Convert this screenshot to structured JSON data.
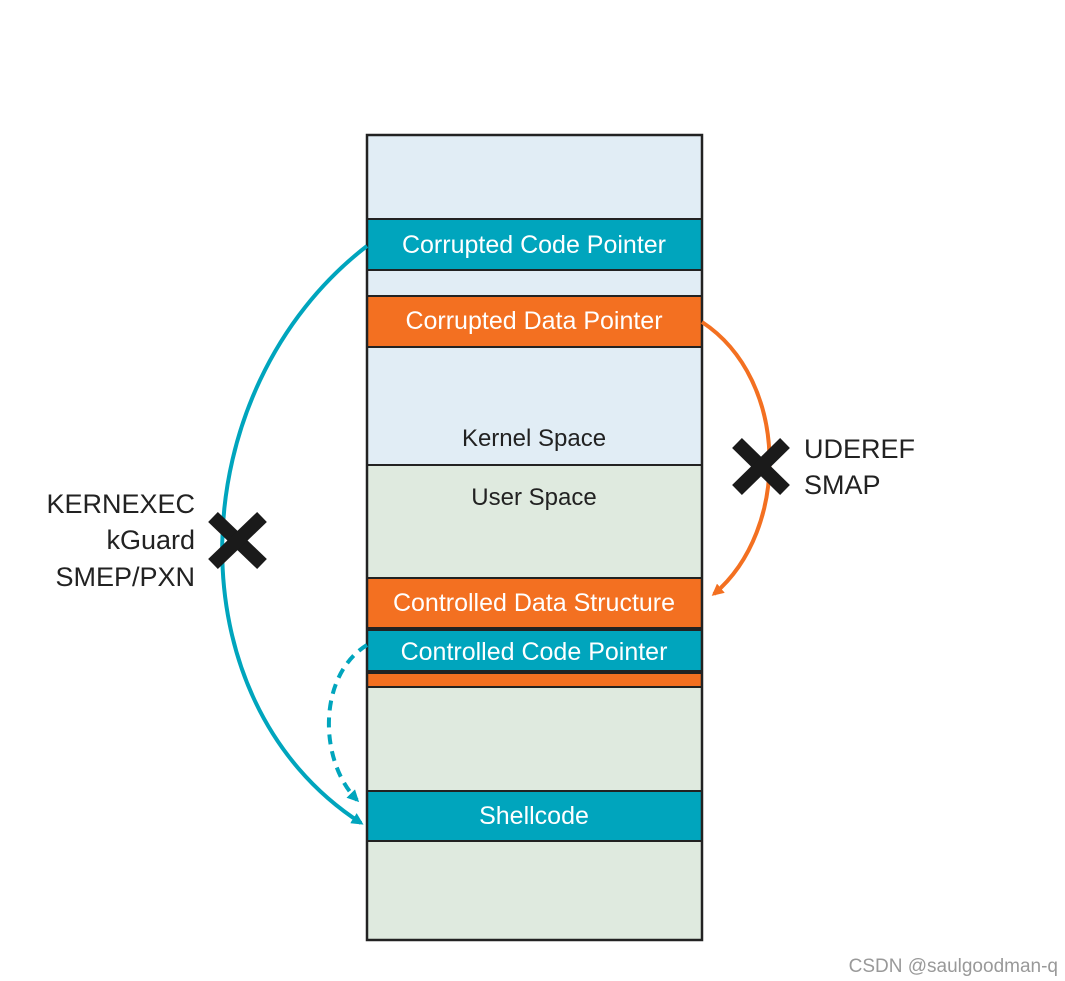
{
  "colors": {
    "teal": "#00a5bd",
    "orange": "#f37021",
    "kernel_bg": "#e1edf5",
    "user_bg": "#dfeadf",
    "outline": "#222222",
    "cross": "#1a1a1a"
  },
  "boxes": {
    "corrupted_code_pointer": "Corrupted Code Pointer",
    "corrupted_data_pointer": "Corrupted Data Pointer",
    "controlled_data_structure": "Controlled Data Structure",
    "controlled_code_pointer": "Controlled Code Pointer",
    "shellcode": "Shellcode"
  },
  "regions": {
    "kernel_space": "Kernel Space",
    "user_space": "User Space"
  },
  "left_defenses": [
    "KERNEXEC",
    "kGuard",
    "SMEP/PXN"
  ],
  "right_defenses": [
    "UDEREF",
    "SMAP"
  ],
  "watermark": "CSDN @saulgoodman-q"
}
